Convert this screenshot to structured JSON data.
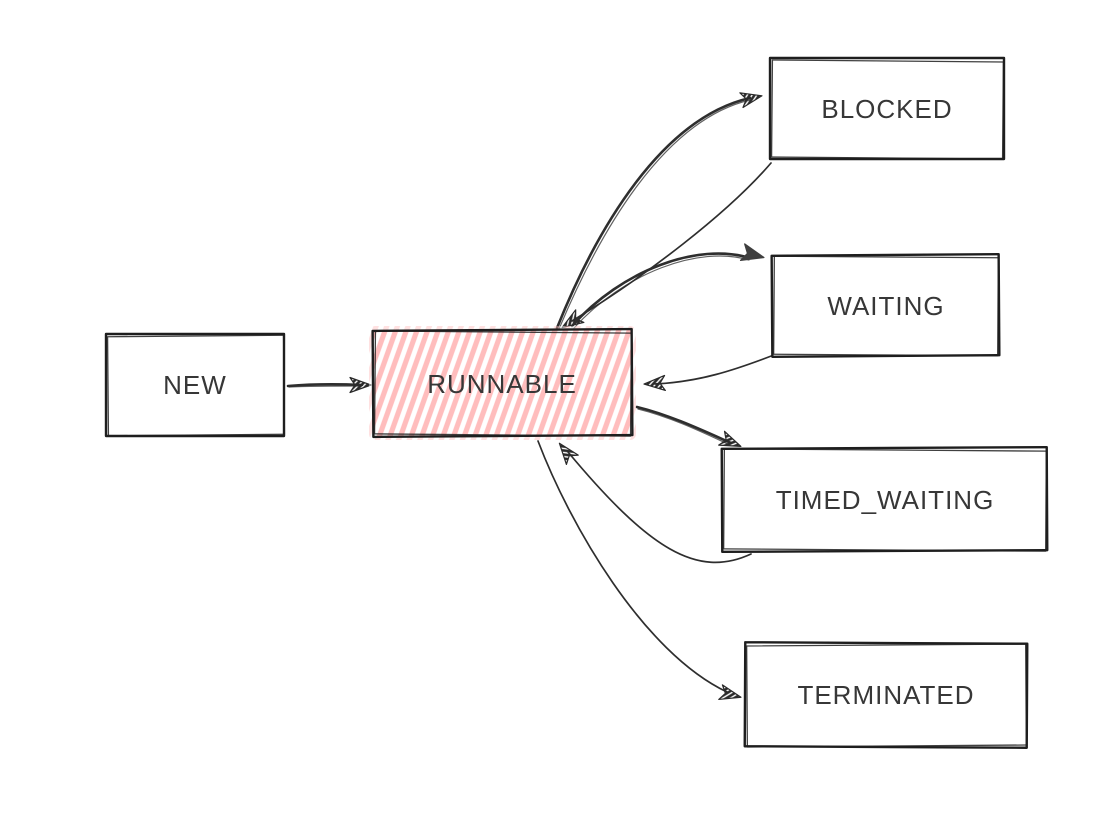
{
  "diagram": {
    "type": "state-diagram",
    "subject": "java-thread-lifecycle",
    "background_color": "#ffffff",
    "stroke_color": "#1e1e1e",
    "text_color": "#373737",
    "accent_fill_color": "#ffbdbd",
    "accent_fill_style": "hachure",
    "nodes": [
      {
        "id": "new",
        "label": "NEW",
        "fill": "white"
      },
      {
        "id": "runnable",
        "label": "RUNNABLE",
        "fill": "#ffbdbd"
      },
      {
        "id": "blocked",
        "label": "BLOCKED",
        "fill": "white"
      },
      {
        "id": "waiting",
        "label": "WAITING",
        "fill": "white"
      },
      {
        "id": "timed-waiting",
        "label": "TIMED_WAITING",
        "fill": "white"
      },
      {
        "id": "terminated",
        "label": "TERMINATED",
        "fill": "white"
      }
    ],
    "edges": [
      {
        "from": "NEW",
        "to": "RUNNABLE",
        "arrowhead": "sketch"
      },
      {
        "from": "RUNNABLE",
        "to": "BLOCKED",
        "arrowhead": "sketch"
      },
      {
        "from": "BLOCKED",
        "to": "RUNNABLE",
        "arrowhead": "sketch"
      },
      {
        "from": "RUNNABLE",
        "to": "WAITING",
        "arrowhead": "solid"
      },
      {
        "from": "WAITING",
        "to": "RUNNABLE",
        "arrowhead": "sketch"
      },
      {
        "from": "RUNNABLE",
        "to": "TIMED_WAITING",
        "arrowhead": "sketch"
      },
      {
        "from": "TIMED_WAITING",
        "to": "RUNNABLE",
        "arrowhead": "sketch"
      },
      {
        "from": "RUNNABLE",
        "to": "TERMINATED",
        "arrowhead": "sketch"
      }
    ]
  }
}
